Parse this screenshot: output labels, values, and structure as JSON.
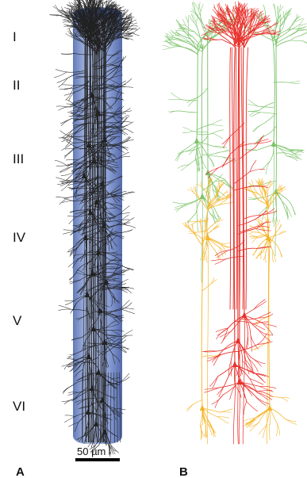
{
  "layers": [
    "I",
    "II",
    "III",
    "IV",
    "V",
    "VI"
  ],
  "scale_bar": {
    "label": "50 µm"
  },
  "panels": {
    "a": "A",
    "b": "B"
  },
  "colors": {
    "column_fill": "#5b78c4",
    "column_edge": "#3d5aa8",
    "neuron_black": "#222222",
    "neuron_green": "#7cc36a",
    "neuron_red": "#e8302a",
    "neuron_orange": "#f5b428"
  }
}
